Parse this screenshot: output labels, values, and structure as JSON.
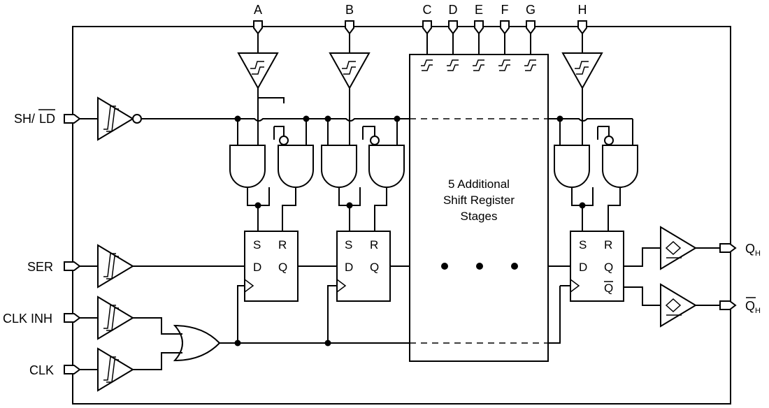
{
  "inputs": {
    "sh_ld": {
      "prefix": "SH/",
      "bar": "LD"
    },
    "ser": "SER",
    "clk_inh": "CLK INH",
    "clk": "CLK"
  },
  "parallel_inputs": [
    "A",
    "B",
    "C",
    "D",
    "E",
    "F",
    "G",
    "H"
  ],
  "flip_flop": {
    "s": "S",
    "r": "R",
    "d": "D",
    "q": "Q",
    "qbar": "Q"
  },
  "middle_block": {
    "line1": "5 Additional",
    "line2": "Shift Register",
    "line3": "Stages"
  },
  "outputs": {
    "qh": {
      "main": "Q",
      "sub": "H"
    },
    "qh_bar": {
      "main": "Q",
      "sub": "H"
    }
  }
}
